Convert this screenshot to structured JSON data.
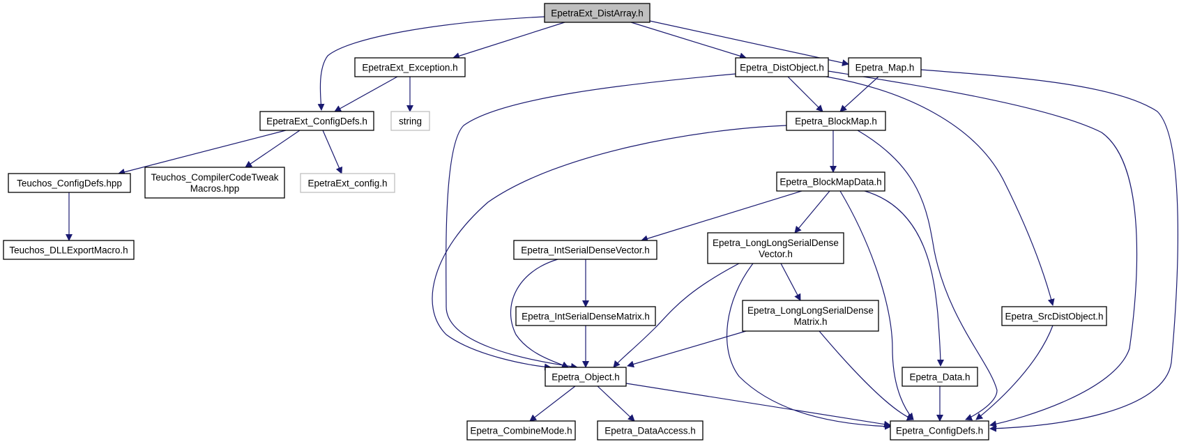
{
  "colors": {
    "edge": "#191970",
    "node_border": "#000000",
    "node_fill": "#ffffff",
    "root_fill": "#bfbfbf",
    "external_border": "#bfbfbf",
    "text": "#000000"
  },
  "nodes": [
    {
      "id": "root",
      "lines": [
        "EpetraExt_DistArray.h"
      ],
      "kind": "root"
    },
    {
      "id": "exception",
      "lines": [
        "EpetraExt_Exception.h"
      ],
      "kind": "normal"
    },
    {
      "id": "distobject",
      "lines": [
        "Epetra_DistObject.h"
      ],
      "kind": "normal"
    },
    {
      "id": "map",
      "lines": [
        "Epetra_Map.h"
      ],
      "kind": "normal"
    },
    {
      "id": "ext_configdefs",
      "lines": [
        "EpetraExt_ConfigDefs.h"
      ],
      "kind": "normal"
    },
    {
      "id": "string",
      "lines": [
        "string"
      ],
      "kind": "external"
    },
    {
      "id": "blockmap",
      "lines": [
        "Epetra_BlockMap.h"
      ],
      "kind": "normal"
    },
    {
      "id": "teuchos_configdefs",
      "lines": [
        "Teuchos_ConfigDefs.hpp"
      ],
      "kind": "normal"
    },
    {
      "id": "teuchos_compiler",
      "lines": [
        "Teuchos_CompilerCodeTweak",
        "Macros.hpp"
      ],
      "kind": "normal"
    },
    {
      "id": "ext_config",
      "lines": [
        "EpetraExt_config.h"
      ],
      "kind": "external"
    },
    {
      "id": "blockmapdata",
      "lines": [
        "Epetra_BlockMapData.h"
      ],
      "kind": "normal"
    },
    {
      "id": "teuchos_dll",
      "lines": [
        "Teuchos_DLLExportMacro.h"
      ],
      "kind": "normal"
    },
    {
      "id": "intvector",
      "lines": [
        "Epetra_IntSerialDenseVector.h"
      ],
      "kind": "normal"
    },
    {
      "id": "llvector",
      "lines": [
        "Epetra_LongLongSerialDense",
        "Vector.h"
      ],
      "kind": "normal"
    },
    {
      "id": "intmatrix",
      "lines": [
        "Epetra_IntSerialDenseMatrix.h"
      ],
      "kind": "normal"
    },
    {
      "id": "llmatrix",
      "lines": [
        "Epetra_LongLongSerialDense",
        "Matrix.h"
      ],
      "kind": "normal"
    },
    {
      "id": "srcdist",
      "lines": [
        "Epetra_SrcDistObject.h"
      ],
      "kind": "normal"
    },
    {
      "id": "object",
      "lines": [
        "Epetra_Object.h"
      ],
      "kind": "normal"
    },
    {
      "id": "data",
      "lines": [
        "Epetra_Data.h"
      ],
      "kind": "normal"
    },
    {
      "id": "combinemode",
      "lines": [
        "Epetra_CombineMode.h"
      ],
      "kind": "normal"
    },
    {
      "id": "dataaccess",
      "lines": [
        "Epetra_DataAccess.h"
      ],
      "kind": "normal"
    },
    {
      "id": "configdefs",
      "lines": [
        "Epetra_ConfigDefs.h"
      ],
      "kind": "normal"
    }
  ],
  "edges": [
    [
      "root",
      "ext_configdefs"
    ],
    [
      "root",
      "exception"
    ],
    [
      "root",
      "distobject"
    ],
    [
      "root",
      "map"
    ],
    [
      "exception",
      "ext_configdefs"
    ],
    [
      "exception",
      "string"
    ],
    [
      "ext_configdefs",
      "teuchos_configdefs"
    ],
    [
      "ext_configdefs",
      "teuchos_compiler"
    ],
    [
      "ext_configdefs",
      "ext_config"
    ],
    [
      "teuchos_configdefs",
      "teuchos_dll"
    ],
    [
      "distobject",
      "blockmap"
    ],
    [
      "distobject",
      "object"
    ],
    [
      "distobject",
      "srcdist"
    ],
    [
      "distobject",
      "configdefs"
    ],
    [
      "map",
      "blockmap"
    ],
    [
      "map",
      "configdefs"
    ],
    [
      "blockmap",
      "object"
    ],
    [
      "blockmap",
      "blockmapdata"
    ],
    [
      "blockmap",
      "configdefs"
    ],
    [
      "blockmapdata",
      "intvector"
    ],
    [
      "blockmapdata",
      "llvector"
    ],
    [
      "blockmapdata",
      "data"
    ],
    [
      "blockmapdata",
      "configdefs"
    ],
    [
      "intvector",
      "intmatrix"
    ],
    [
      "intvector",
      "object"
    ],
    [
      "llvector",
      "llmatrix"
    ],
    [
      "llvector",
      "object"
    ],
    [
      "llvector",
      "configdefs"
    ],
    [
      "intmatrix",
      "object"
    ],
    [
      "llmatrix",
      "object"
    ],
    [
      "llmatrix",
      "configdefs"
    ],
    [
      "srcdist",
      "configdefs"
    ],
    [
      "object",
      "combinemode"
    ],
    [
      "object",
      "dataaccess"
    ],
    [
      "object",
      "configdefs"
    ],
    [
      "data",
      "configdefs"
    ]
  ]
}
